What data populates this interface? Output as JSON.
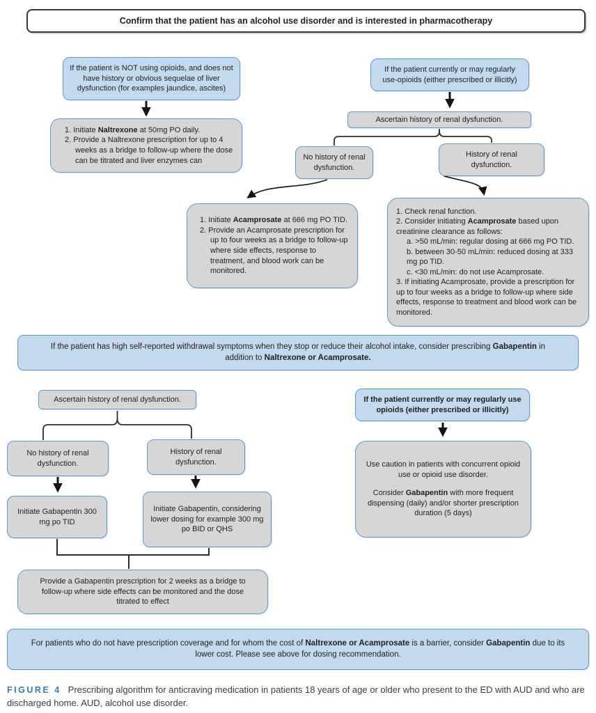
{
  "colors": {
    "blue_fill": "#c3daee",
    "blue_border": "#5b9bd5",
    "gray_fill": "#d6d6d6",
    "dark_border": "#363636",
    "caption_blue": "#3a7cbe",
    "arrow_color": "#141414"
  },
  "nodes": {
    "top_banner": {
      "lines": [
        {
          "s": [
            {
              "t": "Confirm that the patient has an alcohol use disorder and is interested in pharmacotherapy"
            }
          ]
        }
      ]
    },
    "not_opioids": {
      "lines": [
        {
          "s": [
            {
              "t": "If the patient is NOT using opioids, and does not have history or obvious sequelae of liver dysfunction (for examples jaundice, ascites)"
            }
          ]
        }
      ]
    },
    "naltrexone": {
      "lines": [
        {
          "c": "hang",
          "s": [
            {
              "t": "1. Initiate "
            },
            {
              "t": "Naltrexone",
              "b": true
            },
            {
              "t": " at 50mg PO daily."
            }
          ]
        },
        {
          "c": "hang",
          "s": [
            {
              "t": "2. Provide a Naltrexone prescription for up to 4 weeks as a bridge to follow-up where the dose can be titrated and liver enzymes can"
            }
          ]
        }
      ]
    },
    "opioids_top": {
      "lines": [
        {
          "s": [
            {
              "t": "If the patient currently or may regularly use-opioids (either prescribed or illicitly)"
            }
          ]
        }
      ]
    },
    "ascertain1": {
      "lines": [
        {
          "s": [
            {
              "t": "Ascertain history of renal dysfunction."
            }
          ]
        }
      ]
    },
    "no_history1": {
      "lines": [
        {
          "s": [
            {
              "t": "No history of renal dysfunction."
            }
          ]
        }
      ]
    },
    "history1": {
      "lines": [
        {
          "s": [
            {
              "t": "History of renal dysfunction."
            }
          ]
        }
      ]
    },
    "acamprosate": {
      "lines": [
        {
          "c": "hang",
          "s": [
            {
              "t": "1. Initiate "
            },
            {
              "t": "Acamprosate",
              "b": true
            },
            {
              "t": " at 666 mg PO TID."
            }
          ]
        },
        {
          "c": "hang",
          "s": [
            {
              "t": "2. Provide an Acamprosate prescription for up to four weeks as a bridge to follow-up where side effects, response to treatment, and blood work can be monitored."
            }
          ]
        }
      ]
    },
    "renal_big": {
      "lines": [
        {
          "s": [
            {
              "t": "1. Check renal function."
            }
          ]
        },
        {
          "s": [
            {
              "t": "2. Consider initiating "
            },
            {
              "t": "Acamprosate",
              "b": true
            },
            {
              "t": " based upon creatinine clearance as follows:"
            }
          ]
        },
        {
          "c": "ind",
          "s": [
            {
              "t": "a. >50 mL/min: regular dosing at 666 mg PO TID."
            }
          ]
        },
        {
          "c": "ind",
          "s": [
            {
              "t": "b. between 30-50 mL/min: reduced dosing at 333 mg po TID."
            }
          ]
        },
        {
          "c": "ind",
          "s": [
            {
              "t": "c. <30 mL/min: do not use Acamprosate."
            }
          ]
        },
        {
          "s": [
            {
              "t": "3. If initiating Acamprosate, provide a prescription for up to four weeks as a bridge to follow-up where side effects, response to treatment and blood work can be monitored."
            }
          ]
        }
      ]
    },
    "band_mid": {
      "lines": [
        {
          "s": [
            {
              "t": "If the patient has high self-reported withdrawal symptoms when they stop or reduce their alcohol intake, consider prescribing "
            },
            {
              "t": "Gabapentin",
              "b": true
            },
            {
              "t": " in addition to "
            },
            {
              "t": "Naltrexone or Acamprosate.",
              "b": true
            }
          ]
        }
      ]
    },
    "ascertain2": {
      "lines": [
        {
          "s": [
            {
              "t": "Ascertain history of renal dysfunction."
            }
          ]
        }
      ]
    },
    "no_history2": {
      "lines": [
        {
          "s": [
            {
              "t": "No history of renal dysfunction."
            }
          ]
        }
      ]
    },
    "history2": {
      "lines": [
        {
          "s": [
            {
              "t": "History of renal dysfunction."
            }
          ]
        }
      ]
    },
    "gaba_tid": {
      "lines": [
        {
          "s": [
            {
              "t": "Initiate Gabapentin 300 mg po TID"
            }
          ]
        }
      ]
    },
    "gaba_lower": {
      "lines": [
        {
          "s": [
            {
              "t": "Initiate Gabapentin, considering lower dosing for example 300 mg po BID or QHS"
            }
          ]
        }
      ]
    },
    "gaba_bridge": {
      "lines": [
        {
          "s": [
            {
              "t": "Provide a Gabapentin prescription for 2 weeks as a bridge to follow-up where side effects can be monitored and the dose titrated to effect"
            }
          ]
        }
      ]
    },
    "opioid2": {
      "lines": [
        {
          "s": [
            {
              "t": "If the patient currently or may regularly use opioids (either prescribed or illicitly)",
              "b": true
            }
          ]
        }
      ]
    },
    "caution": {
      "lines": [
        {
          "s": [
            {
              "t": "Use caution in patients with concurrent opioid use or opioid use disorder."
            }
          ]
        },
        {
          "c": "gap",
          "s": [
            {
              "t": "Consider "
            },
            {
              "t": "Gabapentin",
              "b": true
            },
            {
              "t": " with more frequent dispensing (daily) and/or shorter prescription duration (5 days)"
            }
          ]
        }
      ]
    },
    "band_bottom": {
      "lines": [
        {
          "s": [
            {
              "t": "For patients who do not have prescription coverage and for whom the cost of "
            },
            {
              "t": "Naltrexone or Acamprosate",
              "b": true
            },
            {
              "t": " is a barrier, consider "
            },
            {
              "t": "Gabapentin",
              "b": true
            },
            {
              "t": " due to its lower cost. Please see above for dosing recommendation."
            }
          ]
        }
      ]
    }
  },
  "caption": {
    "label": "FIGURE 4",
    "text": "Prescribing algorithm for anticraving medication in patients 18 years of age or older who present to the ED with AUD and who are discharged home. AUD, alcohol use disorder."
  }
}
